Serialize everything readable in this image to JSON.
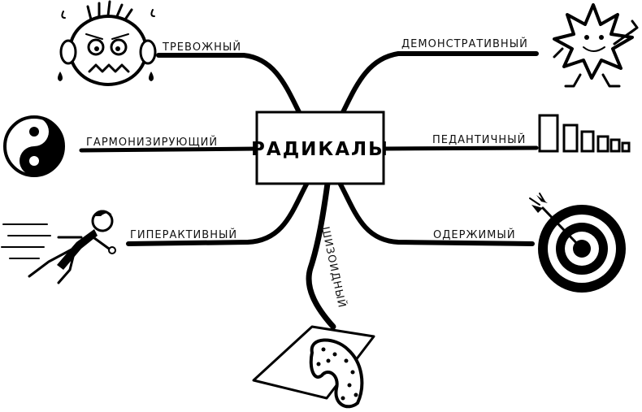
{
  "diagram": {
    "center": {
      "label": "РАДИКАЛЫ"
    },
    "branches": {
      "anxious": "ТРЕВОЖНЫЙ",
      "demonstrative": "ДЕМОНСТРАТИВНЫЙ",
      "harmonizing": "ГАРМОНИЗИРУЮЩИЙ",
      "pedantic": "ПЕДАНТИЧНЫЙ",
      "hyperactive": "ГИПЕРАКТИВНЫЙ",
      "obsessive": "ОДЕРЖИМЫЙ",
      "schizoid": "ШИЗОИДНЫЙ"
    },
    "icons": {
      "anxious": "anxious-face-icon",
      "demonstrative": "star-character-icon",
      "harmonizing": "yin-yang-icon",
      "pedantic": "ordered-bars-icon",
      "hyperactive": "running-man-icon",
      "obsessive": "target-arrow-icon",
      "schizoid": "paper-brain-icon"
    }
  }
}
